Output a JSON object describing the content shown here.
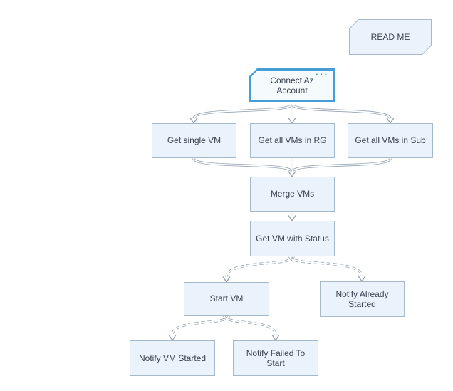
{
  "diagram": {
    "background": "#ffffff",
    "colors": {
      "node_fill": "#eaf3fb",
      "node_border": "#a6b9cb",
      "selected_border": "#459fd6",
      "selected_fill": "#f5fafd",
      "connector": "#96a3b2",
      "text": "#37424e"
    },
    "nodes": {
      "read_me": {
        "label": "READ ME",
        "shape": "card-cut-corners"
      },
      "connect_az_account": {
        "label": "Connect Az Account",
        "selected": true,
        "ellipsis": "···"
      },
      "get_single_vm": {
        "label": "Get single VM"
      },
      "get_all_vms_in_rg": {
        "label": "Get all VMs in RG"
      },
      "get_all_vms_in_sub": {
        "label": "Get all VMs in Sub"
      },
      "merge_vms": {
        "label": "Merge VMs"
      },
      "get_vm_with_status": {
        "label": "Get VM with Status"
      },
      "start_vm": {
        "label": "Start VM"
      },
      "notify_already_started": {
        "label": "Notify Already Started"
      },
      "notify_vm_started": {
        "label": "Notify VM Started"
      },
      "notify_failed_to_start": {
        "label": "Notify Failed To Start"
      }
    },
    "edges": [
      {
        "from": "Connect Az Account",
        "to": "Get single VM",
        "style": "solid"
      },
      {
        "from": "Connect Az Account",
        "to": "Get all VMs in RG",
        "style": "solid"
      },
      {
        "from": "Connect Az Account",
        "to": "Get all VMs in Sub",
        "style": "solid"
      },
      {
        "from": "Get single VM",
        "to": "Merge VMs",
        "style": "solid"
      },
      {
        "from": "Get all VMs in RG",
        "to": "Merge VMs",
        "style": "solid"
      },
      {
        "from": "Get all VMs in Sub",
        "to": "Merge VMs",
        "style": "solid"
      },
      {
        "from": "Merge VMs",
        "to": "Get VM with Status",
        "style": "solid"
      },
      {
        "from": "Get VM with Status",
        "to": "Start VM",
        "style": "dashed"
      },
      {
        "from": "Get VM with Status",
        "to": "Notify Already Started",
        "style": "dashed"
      },
      {
        "from": "Start VM",
        "to": "Notify VM Started",
        "style": "dashed"
      },
      {
        "from": "Start VM",
        "to": "Notify Failed To Start",
        "style": "dashed"
      }
    ]
  }
}
